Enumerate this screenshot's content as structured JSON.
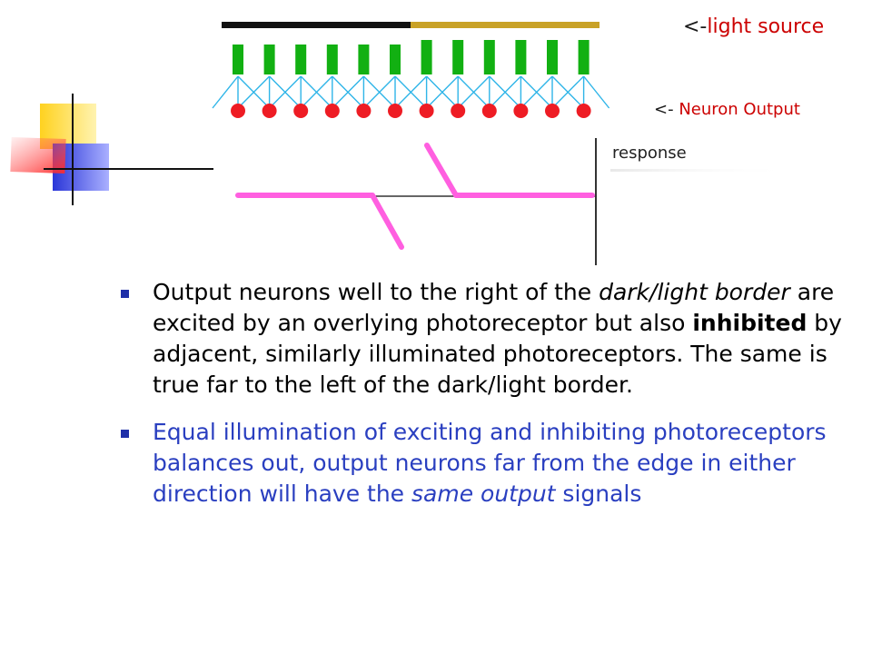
{
  "labels": {
    "light_source_arrow": "<-",
    "light_source": "light source",
    "neuron_output_arrow": "<- ",
    "neuron_output": "Neuron Output",
    "response": "response"
  },
  "colors": {
    "dark_bar": "#111111",
    "light_bar": "#c9a227",
    "photoreceptor": "#12b012",
    "neuron": "#ee1c24",
    "connection": "#2fb5e8",
    "response_curve": "#ff5fe0",
    "axis": "#333333",
    "bullet_marker": "#1f2fa8",
    "blue_text": "#2a3fc0"
  },
  "diagram": {
    "photoreceptor_count": 12,
    "neuron_count": 12
  },
  "bullets": [
    {
      "p1": "Output neurons well to the right of the ",
      "em1": "dark/light border",
      "p2": " are excited by an overlying photoreceptor but also ",
      "strong": "inhibited",
      "p3": " by adjacent, similarly illuminated photoreceptors. The same is true far to the left of the dark/light border."
    },
    {
      "p1": "Equal illumination of exciting and inhibiting photoreceptors balances out, output neurons far from the edge in either direction will have the ",
      "em1": "same output",
      "p2": " signals"
    }
  ]
}
